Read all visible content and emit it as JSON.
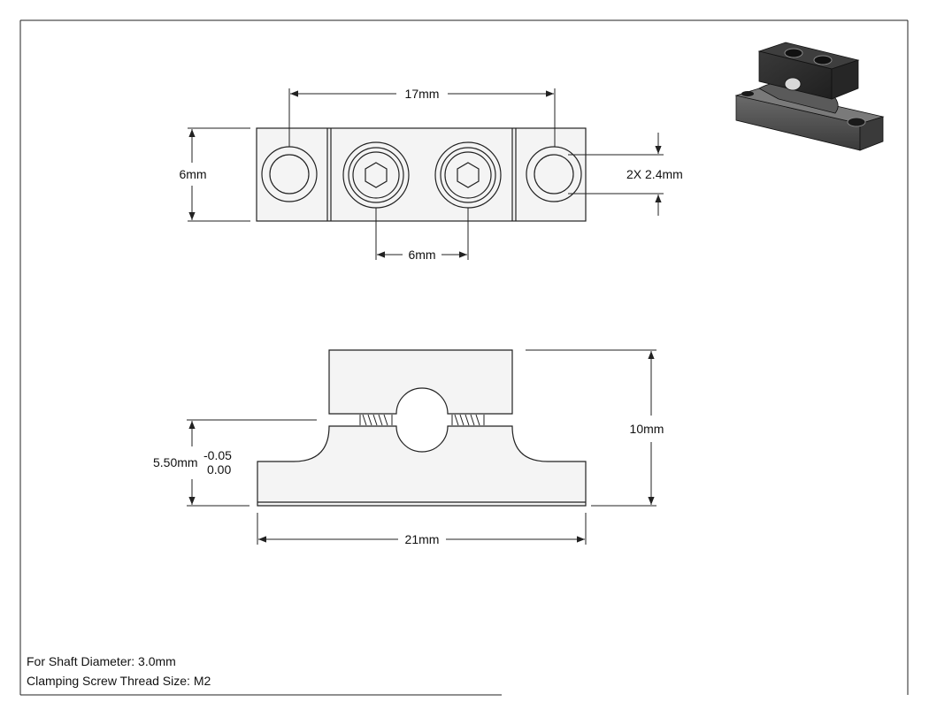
{
  "top_view": {
    "overall_spacing": "17mm",
    "height": "6mm",
    "screw_spacing": "6mm",
    "hole_callout": "2X 2.4mm"
  },
  "side_view": {
    "total_height": "10mm",
    "base_height": "5.50mm",
    "tolerance_upper": "-0.05",
    "tolerance_lower": "0.00",
    "length": "21mm"
  },
  "notes": {
    "shaft_diameter": "For Shaft Diameter: 3.0mm",
    "thread_size": "Clamping Screw Thread Size: M2"
  },
  "colors": {
    "line": "#222222",
    "part_body": "#4a4a4a",
    "part_top": "#2e2e2e"
  }
}
